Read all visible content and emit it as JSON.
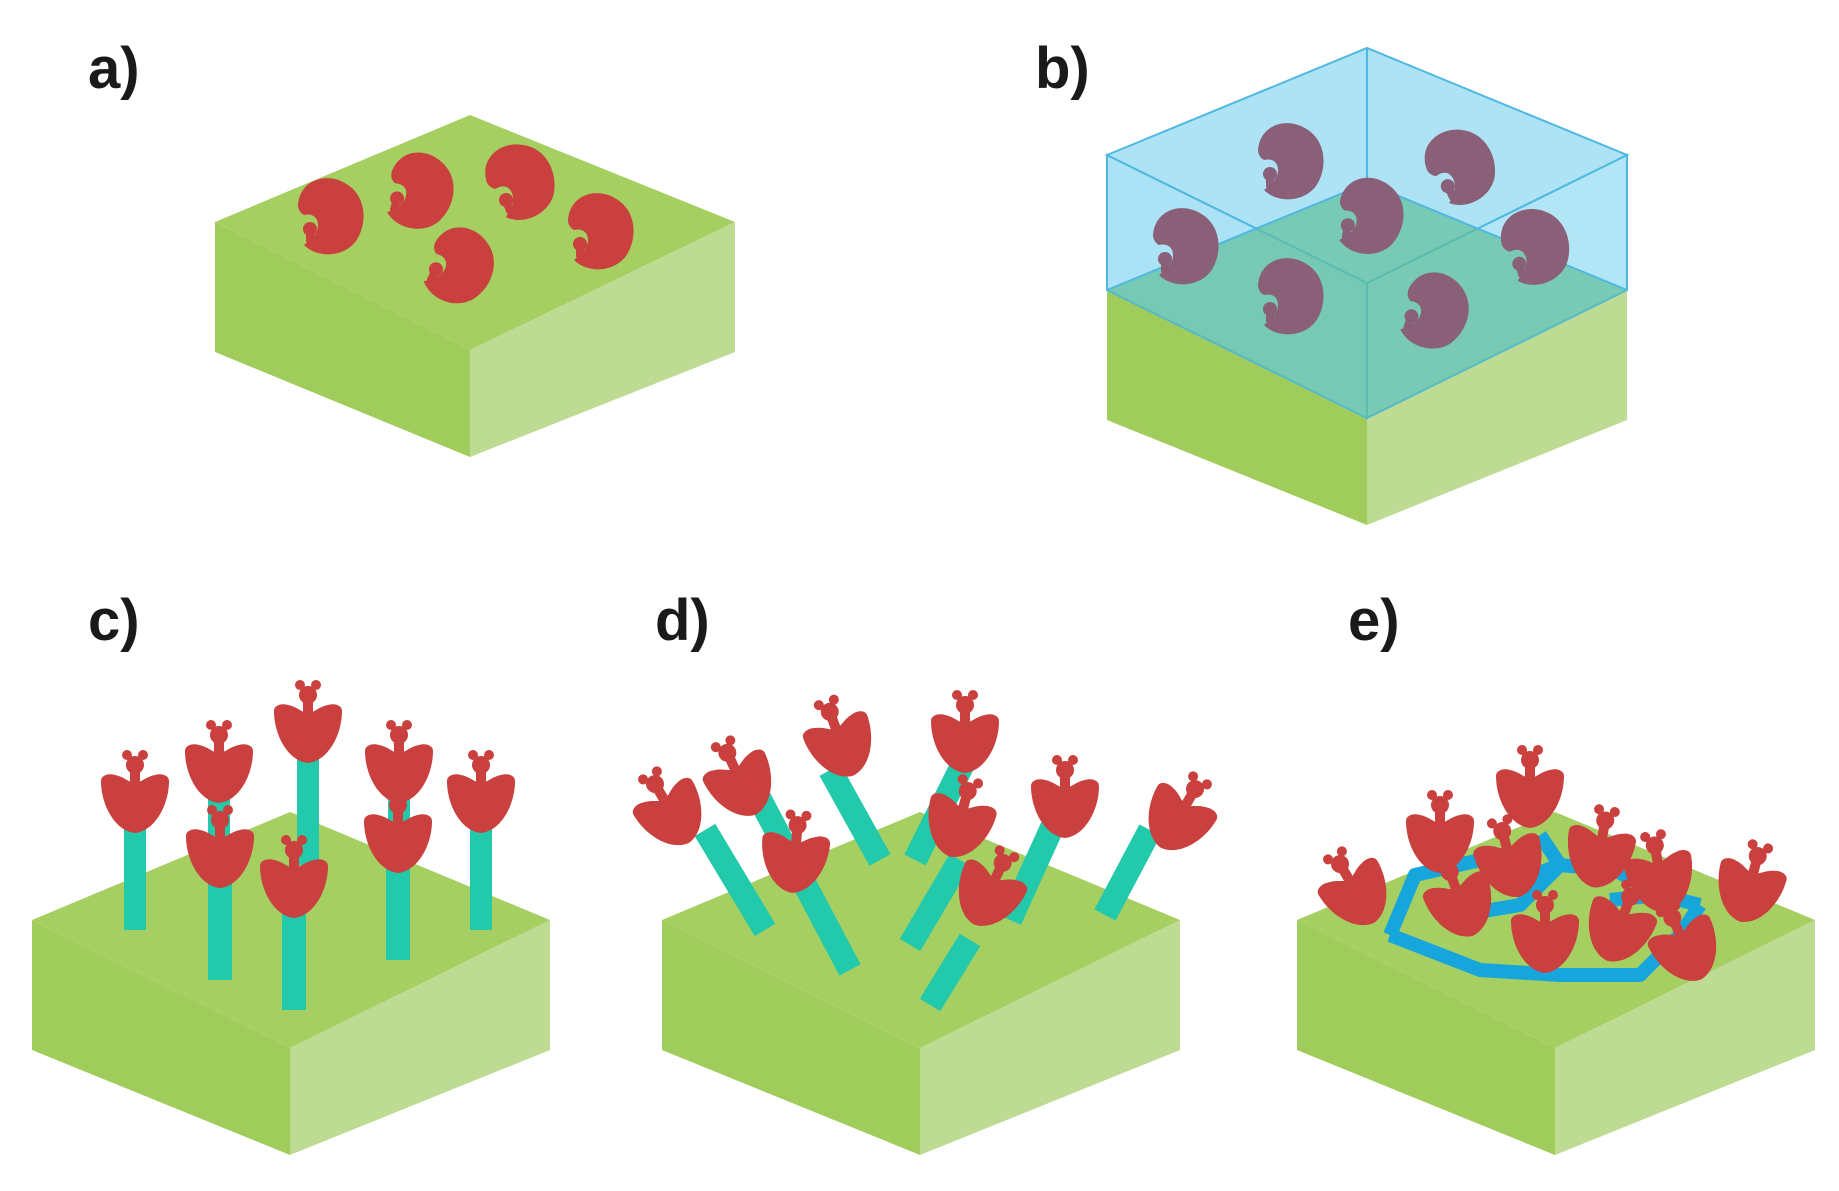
{
  "panels": [
    {
      "id": "a",
      "label": "a)"
    },
    {
      "id": "b",
      "label": "b)"
    },
    {
      "id": "c",
      "label": "c)"
    },
    {
      "id": "d",
      "label": "d)"
    },
    {
      "id": "e",
      "label": "e)"
    }
  ],
  "colors": {
    "substrate_top": "#a6cf62",
    "substrate_left": "#a0cc5c",
    "substrate_right": "#bddb93",
    "enzyme": "#c9403e",
    "enzyme_in_matrix": "#8a5f78",
    "matrix_gel": "#7fd3f0",
    "matrix_edge": "#4fb8e0",
    "linker": "#22c9ab",
    "crosslinker": "#16a6dc"
  },
  "icons": {
    "enzyme": "enzyme-shape-icon",
    "linker": "linker-stem",
    "crosslink": "crosslink-network"
  }
}
